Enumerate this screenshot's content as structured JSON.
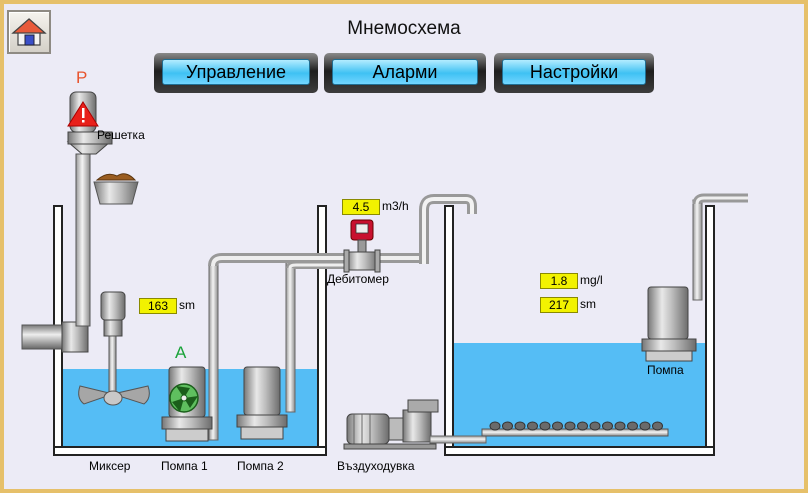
{
  "header": {
    "title": "Мнемосхема",
    "nav": [
      {
        "label": "Управление"
      },
      {
        "label": "Аларми"
      },
      {
        "label": "Настройки"
      }
    ]
  },
  "icons": {
    "home": "home-icon",
    "alarm": "warning-triangle-icon",
    "fan": "fan-icon"
  },
  "readings": {
    "flow": {
      "value": "4.5",
      "unit": "m3/h"
    },
    "level_tank1": {
      "value": "163",
      "unit": "sm"
    },
    "oxygen": {
      "value": "1.8",
      "unit": "mg/l"
    },
    "level_tank2": {
      "value": "217",
      "unit": "sm"
    }
  },
  "equipment": {
    "grate": {
      "label": "Решетка",
      "status_letter": "P"
    },
    "flowmeter": {
      "label": "Дебитомер"
    },
    "mixer": {
      "label": "Миксер"
    },
    "pump1": {
      "label": "Помпа 1",
      "status_letter": "A"
    },
    "pump2": {
      "label": "Помпа 2"
    },
    "blower": {
      "label": "Въздуходувка"
    },
    "pump3": {
      "label": "Помпа"
    }
  },
  "colors": {
    "water": "#55bdf5",
    "alarm_letter": "#e8542d",
    "auto_letter": "#1aa33a",
    "value_box": "#f2f200"
  }
}
